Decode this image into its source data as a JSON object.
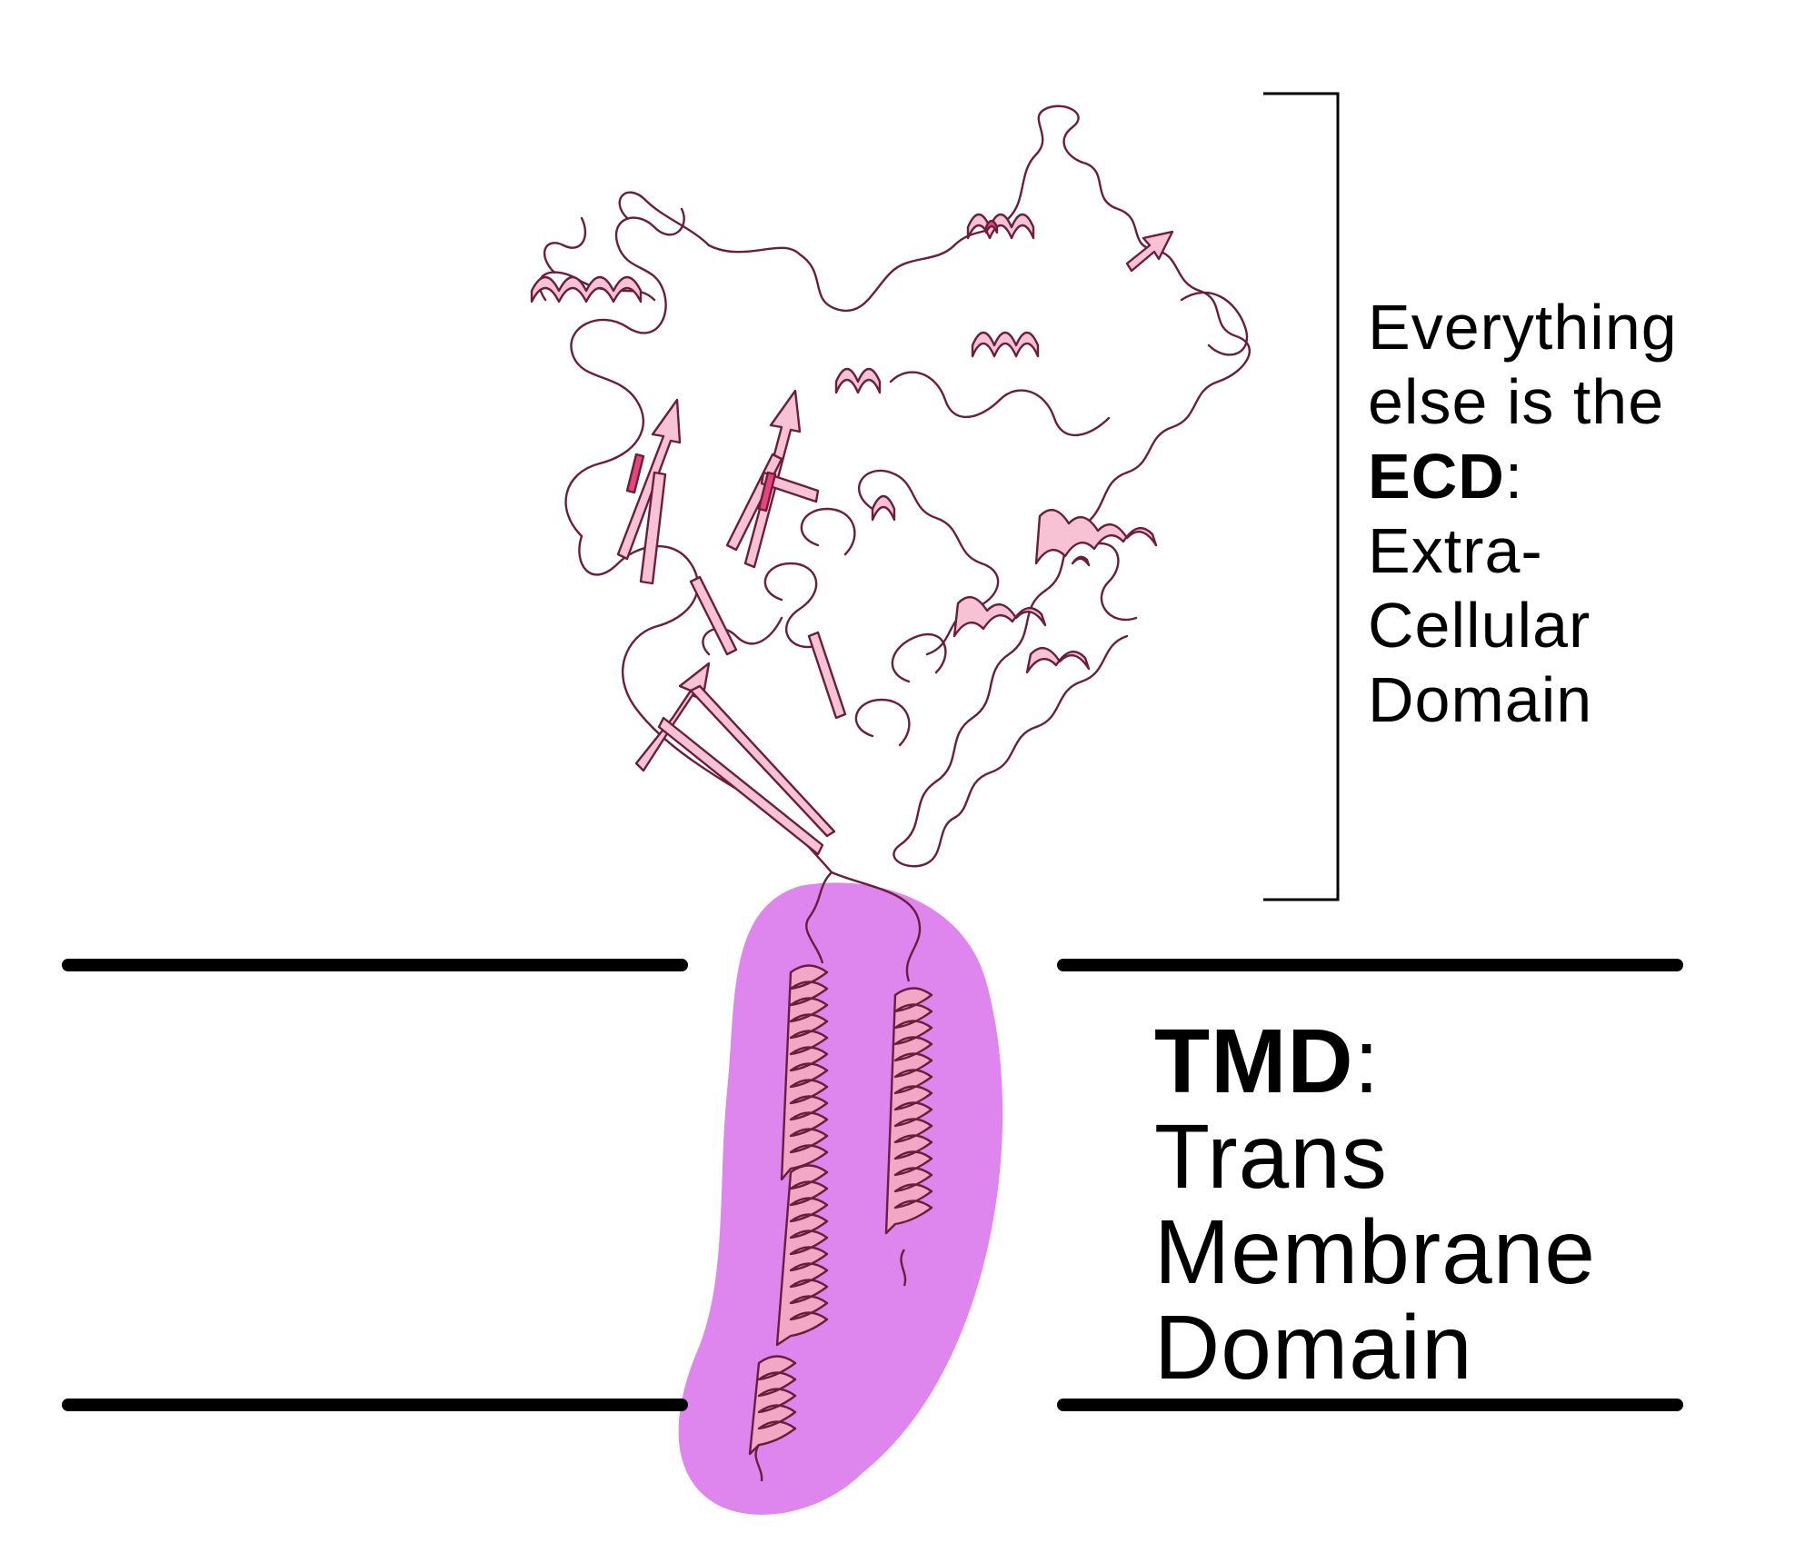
{
  "colors": {
    "background": "#ffffff",
    "membrane_line": "#000000",
    "bracket": "#000000",
    "protein_stroke": "#6b1d3c",
    "protein_fill": "#f7c2d4",
    "protein_fill_dark": "#e8437a",
    "tmd_highlight": "#df85ee"
  },
  "ecd_label": {
    "line1": "Everything",
    "line2": "else is the",
    "line3_bold": "ECD",
    "line3_rest": ":",
    "line4": "Extra-",
    "line5": "Cellular",
    "line6": "Domain"
  },
  "tmd_label": {
    "line1_bold": "TMD",
    "line1_rest": ":",
    "line2": "Trans",
    "line3": "Membrane",
    "line4": "Domain"
  },
  "icons": {
    "protein": "protein-ribbon-structure",
    "bracket": "right-square-bracket"
  }
}
